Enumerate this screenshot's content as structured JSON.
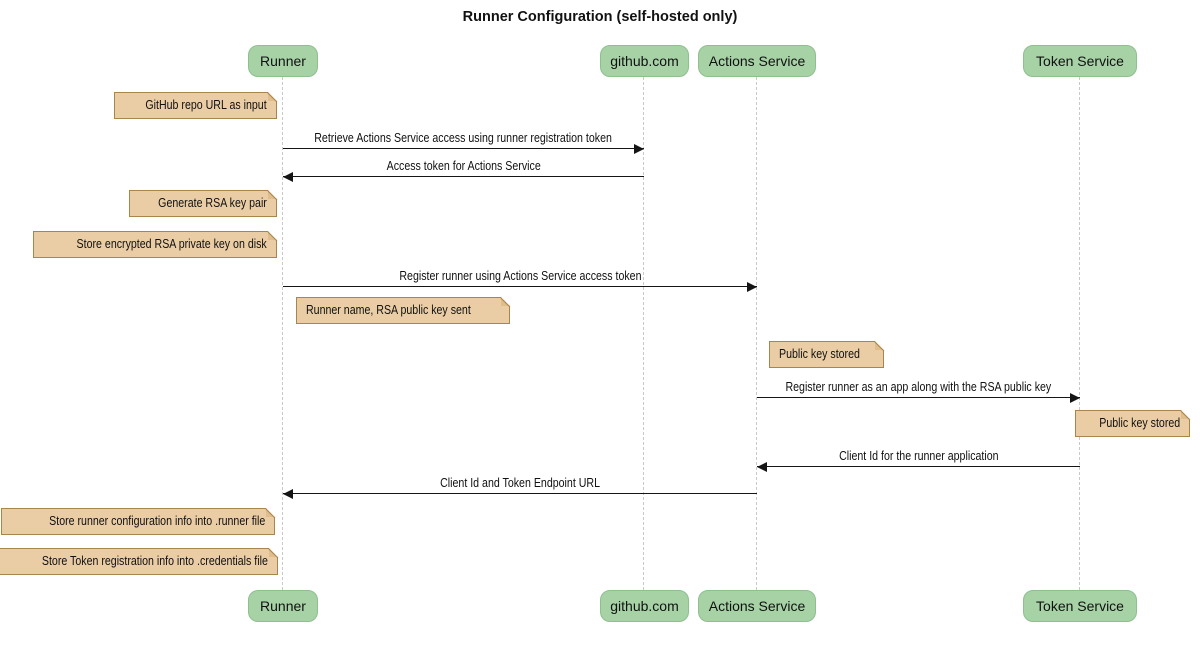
{
  "title": "Runner Configuration (self-hosted only)",
  "diagram_type": "sequence",
  "colors": {
    "background": "#ffffff",
    "actor_fill": "#a6d2a6",
    "actor_border": "#8ec08e",
    "actor_text": "#111111",
    "note_fill": "#eacda4",
    "note_border": "#a8854b",
    "note_fold": "#dfbd8d",
    "lifeline": "#c9c9c9",
    "arrow": "#151515",
    "text": "#111111"
  },
  "actors": [
    {
      "id": "runner",
      "label": "Runner"
    },
    {
      "id": "github",
      "label": "github.com"
    },
    {
      "id": "actions_service",
      "label": "Actions Service"
    },
    {
      "id": "token_service",
      "label": "Token Service"
    }
  ],
  "messages": [
    {
      "from": "runner",
      "to": "github",
      "direction": "right",
      "label": "Retrieve Actions Service access using runner registration token"
    },
    {
      "from": "github",
      "to": "runner",
      "direction": "left",
      "label": "Access token for Actions Service"
    },
    {
      "from": "runner",
      "to": "actions_service",
      "direction": "right",
      "label": "Register runner using Actions Service access token"
    },
    {
      "from": "actions_service",
      "to": "token_service",
      "direction": "right",
      "label": "Register runner as an app along with the RSA public key"
    },
    {
      "from": "token_service",
      "to": "actions_service",
      "direction": "left",
      "label": "Client Id for the runner application"
    },
    {
      "from": "actions_service",
      "to": "runner",
      "direction": "left",
      "label": "Client Id and Token Endpoint URL"
    }
  ],
  "notes": [
    {
      "label": "GitHub repo URL as input",
      "anchor": "left-of-runner"
    },
    {
      "label": "Generate RSA key pair",
      "anchor": "left-of-runner"
    },
    {
      "label": "Store encrypted RSA private key on disk",
      "anchor": "left-of-runner"
    },
    {
      "label": "Runner name, RSA public key sent",
      "anchor": "right-of-runner"
    },
    {
      "label": "Public key stored",
      "anchor": "right-of-actions-service"
    },
    {
      "label": "Public key stored",
      "anchor": "right-of-token-service"
    },
    {
      "label": "Store runner configuration info into .runner file",
      "anchor": "left-of-runner"
    },
    {
      "label": "Store Token registration info into .credentials file",
      "anchor": "left-of-runner"
    }
  ]
}
